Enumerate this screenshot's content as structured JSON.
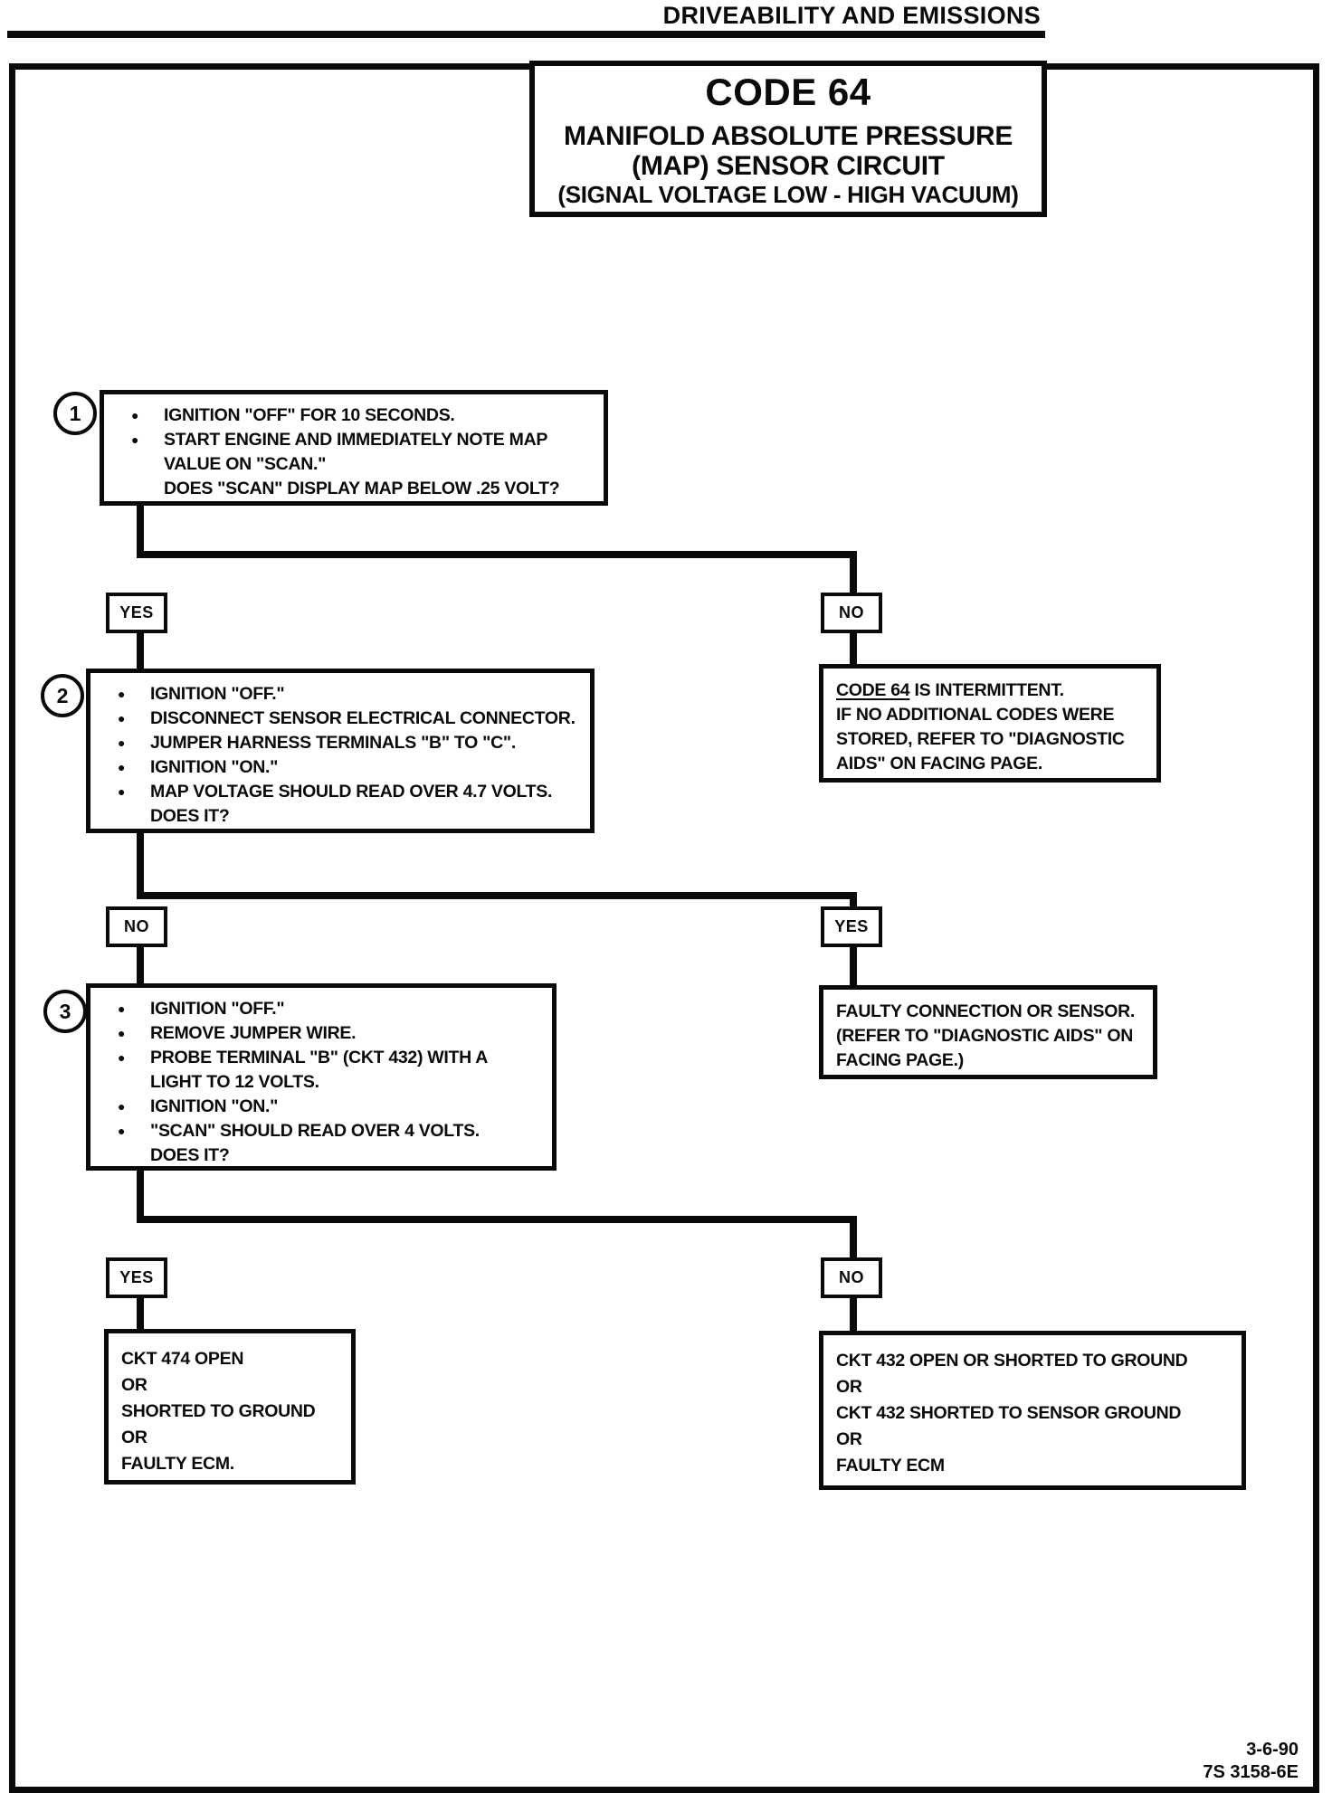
{
  "page": {
    "header_title": "DRIVEABILITY AND EMISSIONS",
    "footer_line1": "3-6-90",
    "footer_line2": "7S 3158-6E"
  },
  "icons": {
    "bullet": "●"
  },
  "title_box": {
    "code": "CODE 64",
    "subtitle1": "MANIFOLD ABSOLUTE PRESSURE",
    "subtitle2": "(MAP) SENSOR CIRCUIT",
    "subtitle3": "(SIGNAL VOLTAGE LOW - HIGH VACUUM)"
  },
  "steps": [
    {
      "number": "1",
      "lines": [
        {
          "bullet": true,
          "text": "IGNITION \"OFF\" FOR 10 SECONDS."
        },
        {
          "bullet": true,
          "text": "START ENGINE AND IMMEDIATELY NOTE MAP"
        },
        {
          "bullet": false,
          "text": "VALUE ON \"SCAN.\""
        },
        {
          "bullet": false,
          "text": "DOES \"SCAN\" DISPLAY MAP BELOW .25 VOLT?"
        }
      ]
    },
    {
      "number": "2",
      "lines": [
        {
          "bullet": true,
          "text": "IGNITION \"OFF.\""
        },
        {
          "bullet": true,
          "text": "DISCONNECT SENSOR ELECTRICAL CONNECTOR."
        },
        {
          "bullet": true,
          "text": "JUMPER HARNESS TERMINALS \"B\" TO \"C\"."
        },
        {
          "bullet": true,
          "text": "IGNITION \"ON.\""
        },
        {
          "bullet": true,
          "text": "MAP VOLTAGE SHOULD READ OVER 4.7 VOLTS."
        },
        {
          "bullet": false,
          "text": "DOES IT?"
        }
      ]
    },
    {
      "number": "3",
      "lines": [
        {
          "bullet": true,
          "text": "IGNITION \"OFF.\""
        },
        {
          "bullet": true,
          "text": "REMOVE JUMPER WIRE."
        },
        {
          "bullet": true,
          "text": "PROBE TERMINAL \"B\" (CKT 432) WITH A"
        },
        {
          "bullet": false,
          "text": "LIGHT TO 12 VOLTS."
        },
        {
          "bullet": true,
          "text": "IGNITION \"ON.\""
        },
        {
          "bullet": true,
          "text": "\"SCAN\" SHOULD READ OVER 4 VOLTS."
        },
        {
          "bullet": false,
          "text": "DOES IT?"
        }
      ]
    }
  ],
  "branches": [
    {
      "left": "YES",
      "right": "NO"
    },
    {
      "left": "NO",
      "right": "YES"
    },
    {
      "left": "YES",
      "right": "NO"
    }
  ],
  "intermittent_box": {
    "underlined": "CODE 64",
    "line1_rest": " IS INTERMITTENT.",
    "line2": "IF NO ADDITIONAL CODES WERE",
    "line3": "STORED, REFER TO \"DIAGNOSTIC",
    "line4": "AIDS\" ON FACING PAGE."
  },
  "faulty_sensor_box": {
    "line1": "FAULTY CONNECTION OR SENSOR.",
    "line2": "(REFER TO \"DIAGNOSTIC AIDS\" ON",
    "line3": "FACING PAGE.)"
  },
  "ckt474_box": {
    "line1": "CKT 474 OPEN",
    "line2": "OR",
    "line3": "SHORTED TO GROUND",
    "line4": "OR",
    "line5": "FAULTY ECM."
  },
  "ckt432_box": {
    "line1": "CKT 432 OPEN OR SHORTED TO GROUND",
    "line2": "OR",
    "line3": "CKT 432 SHORTED TO SENSOR GROUND",
    "line4": "OR",
    "line5": "FAULTY ECM"
  }
}
